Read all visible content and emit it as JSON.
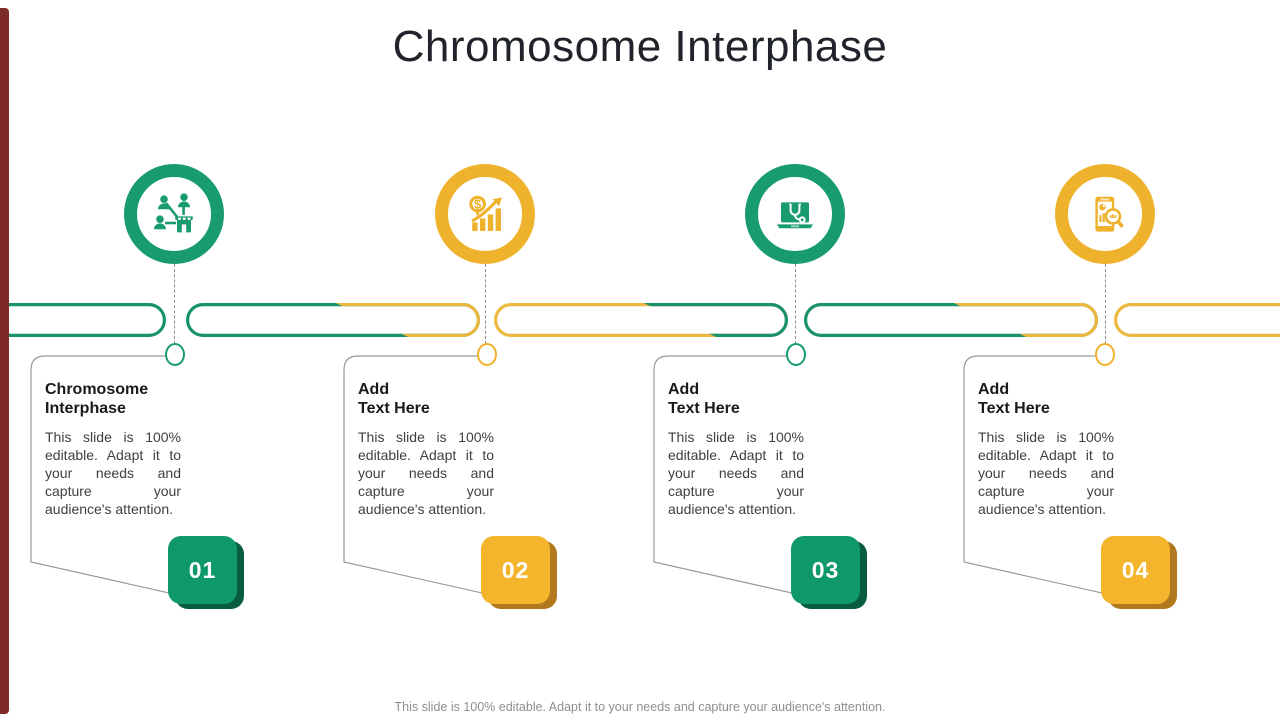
{
  "slide": {
    "title": "Chromosome Interphase",
    "footer": "This slide is 100% editable. Adapt it to your needs and capture your audience's attention."
  },
  "palette": {
    "green": "#199B72",
    "green_badge": "#0F9868",
    "green_dark": "#0A5C40",
    "yellow": "#EFB22D",
    "yellow_badge": "#F4B42B",
    "yellow_dark": "#B0791D",
    "left_accent_bar": "#7E2A26"
  },
  "steps": [
    {
      "number": "01",
      "theme": "green",
      "icon": "network-store-icon",
      "title_line1": "Chromosome",
      "title_line2": "Interphase",
      "body": "This slide is 100% editable. Adapt it to your needs and capture your audience's attention."
    },
    {
      "number": "02",
      "theme": "yellow",
      "icon": "finance-growth-icon",
      "title_line1": "Add",
      "title_line2": "Text Here",
      "body": "This slide is 100% editable. Adapt it to your needs and capture your audience's attention."
    },
    {
      "number": "03",
      "theme": "green",
      "icon": "laptop-stethoscope-icon",
      "title_line1": "Add",
      "title_line2": "Text Here",
      "body": "This slide is 100% editable. Adapt it to your needs and capture your audience's attention."
    },
    {
      "number": "04",
      "theme": "yellow",
      "icon": "mobile-analytics-icon",
      "title_line1": "Add",
      "title_line2": "Text Here",
      "body": "This slide is 100% editable. Adapt it to your needs and capture your audience's attention."
    }
  ]
}
